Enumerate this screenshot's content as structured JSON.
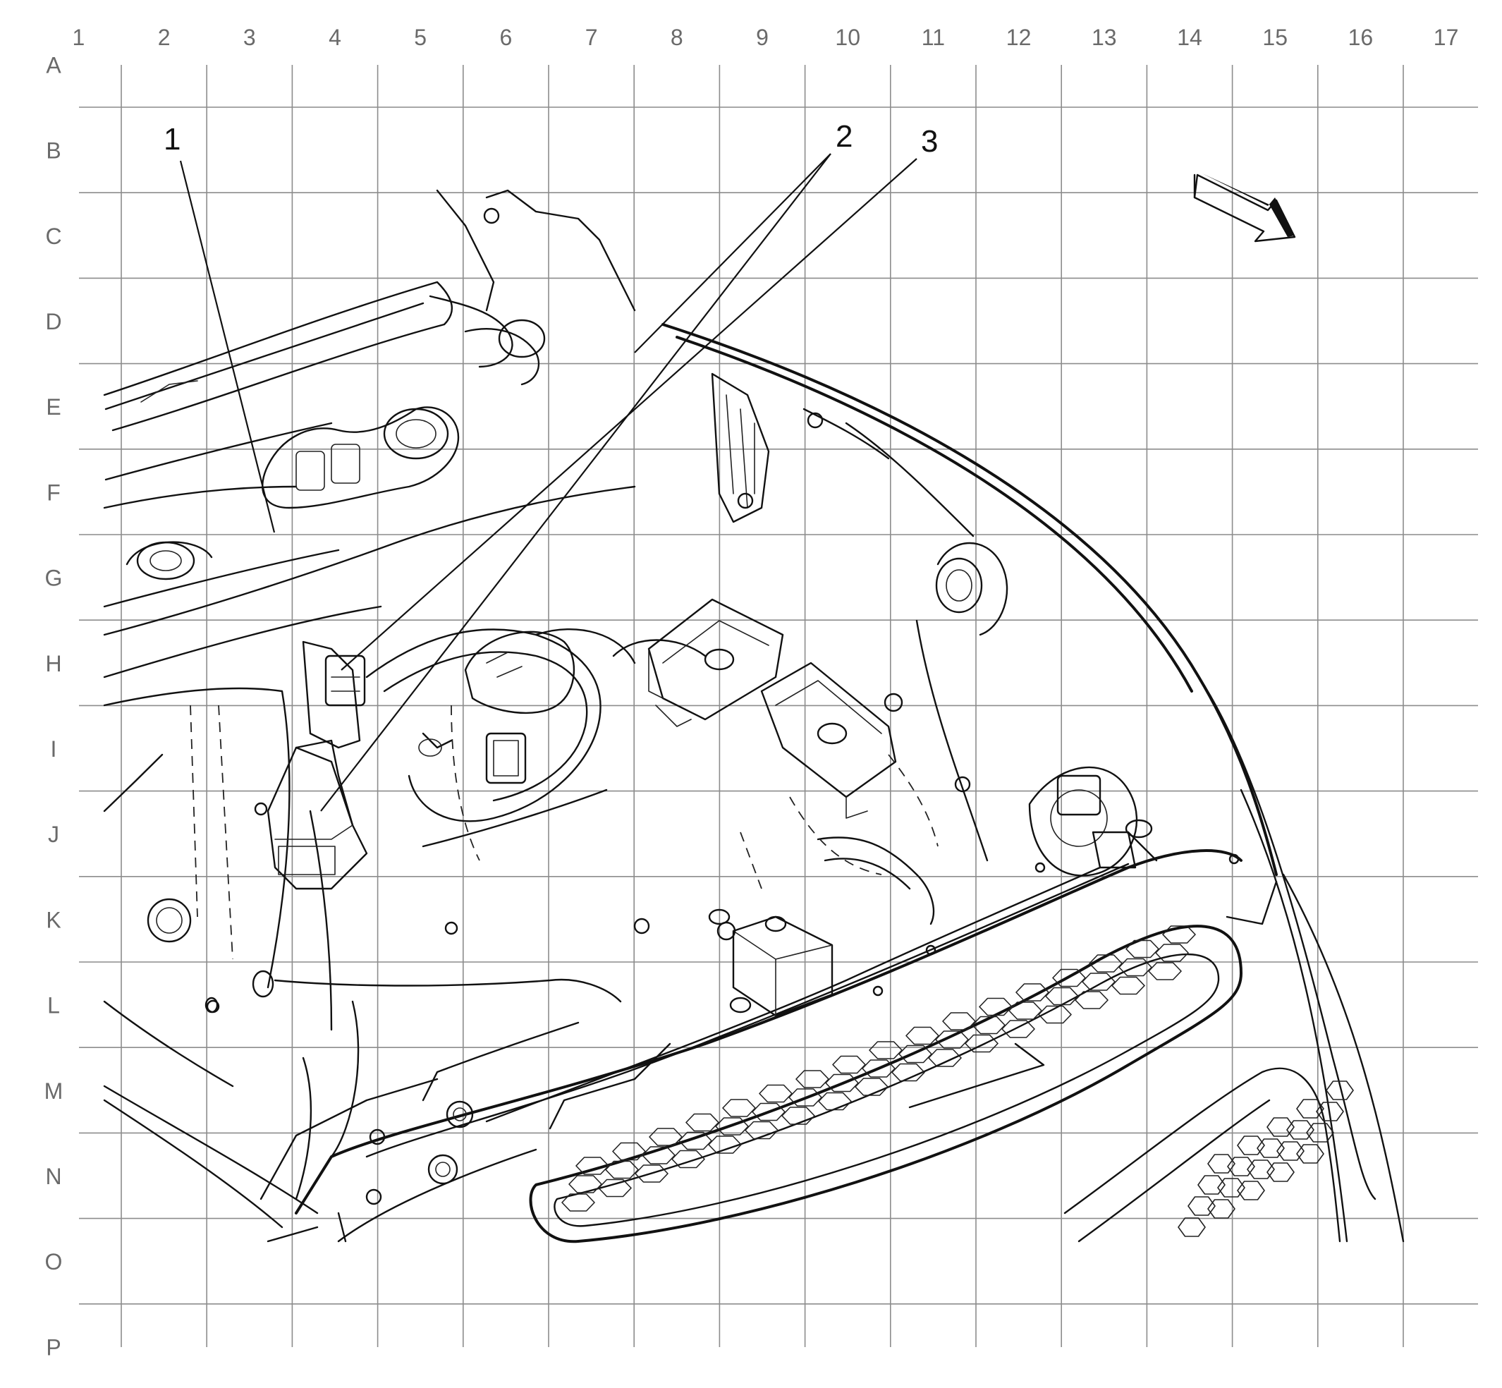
{
  "grid": {
    "columns": [
      "1",
      "2",
      "3",
      "4",
      "5",
      "6",
      "7",
      "8",
      "9",
      "10",
      "11",
      "12",
      "13",
      "14",
      "15",
      "16",
      "17"
    ],
    "rows": [
      "A",
      "B",
      "C",
      "D",
      "E",
      "F",
      "G",
      "H",
      "I",
      "J",
      "K",
      "L",
      "M",
      "N",
      "O",
      "P"
    ]
  },
  "callouts": [
    {
      "id": "1",
      "label": "1"
    },
    {
      "id": "2",
      "label": "2"
    },
    {
      "id": "3",
      "label": "3"
    }
  ],
  "icons": {
    "view_direction": "view-direction-arrow-icon"
  },
  "colors": {
    "line": "#111111",
    "grid": "#8c8c8c",
    "background": "#ffffff"
  }
}
